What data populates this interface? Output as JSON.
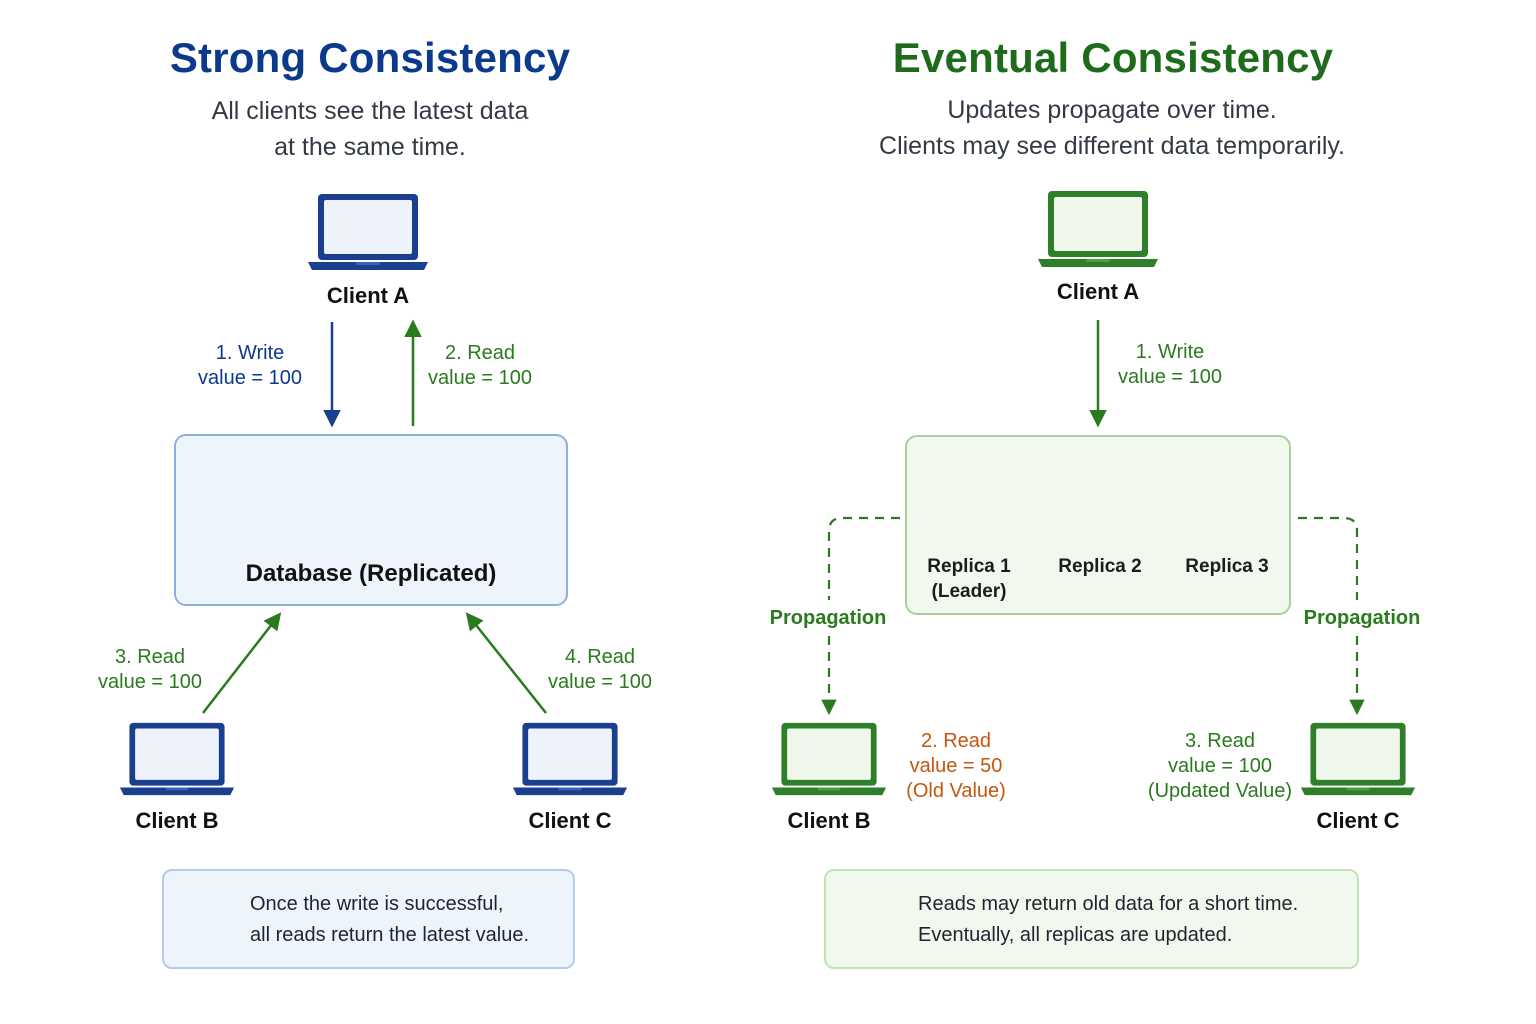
{
  "left": {
    "title": "Strong Consistency",
    "subtitle_line1": "All clients see the latest data",
    "subtitle_line2": "at the same time.",
    "client_a": "Client A",
    "client_b": "Client B",
    "client_c": "Client C",
    "write_label": "1. Write",
    "write_value": "value = 100",
    "read2_label": "2. Read",
    "read2_value": "value = 100",
    "read3_label": "3. Read",
    "read3_value": "value = 100",
    "read4_label": "4. Read",
    "read4_value": "value = 100",
    "database_label": "Database (Replicated)",
    "note_line1": "Once the write is successful,",
    "note_line2": "all reads return the latest value.",
    "note_icon": "checkmark-circle-icon"
  },
  "right": {
    "title": "Eventual Consistency",
    "subtitle_line1": "Updates propagate over time.",
    "subtitle_line2": "Clients may see different data temporarily.",
    "client_a": "Client A",
    "client_b": "Client B",
    "client_c": "Client C",
    "write_label": "1. Write",
    "write_value": "value = 100",
    "replica1_line1": "Replica 1",
    "replica1_line2": "(Leader)",
    "replica2": "Replica 2",
    "replica3": "Replica 3",
    "propagation_left": "Propagation",
    "propagation_right": "Propagation",
    "read2_label": "2. Read",
    "read2_value": "value = 50",
    "read2_note": "(Old Value)",
    "read3_label": "3. Read",
    "read3_value": "value = 100",
    "read3_note": "(Updated Value)",
    "note_line1": "Reads may return old data for a short time.",
    "note_line2": "Eventually, all replicas are updated.",
    "note_icon": "clock-icon"
  },
  "colors": {
    "strong_blue": "#0b3a8c",
    "eventual_green": "#1d6b1b",
    "stale_orange": "#c4570f"
  }
}
